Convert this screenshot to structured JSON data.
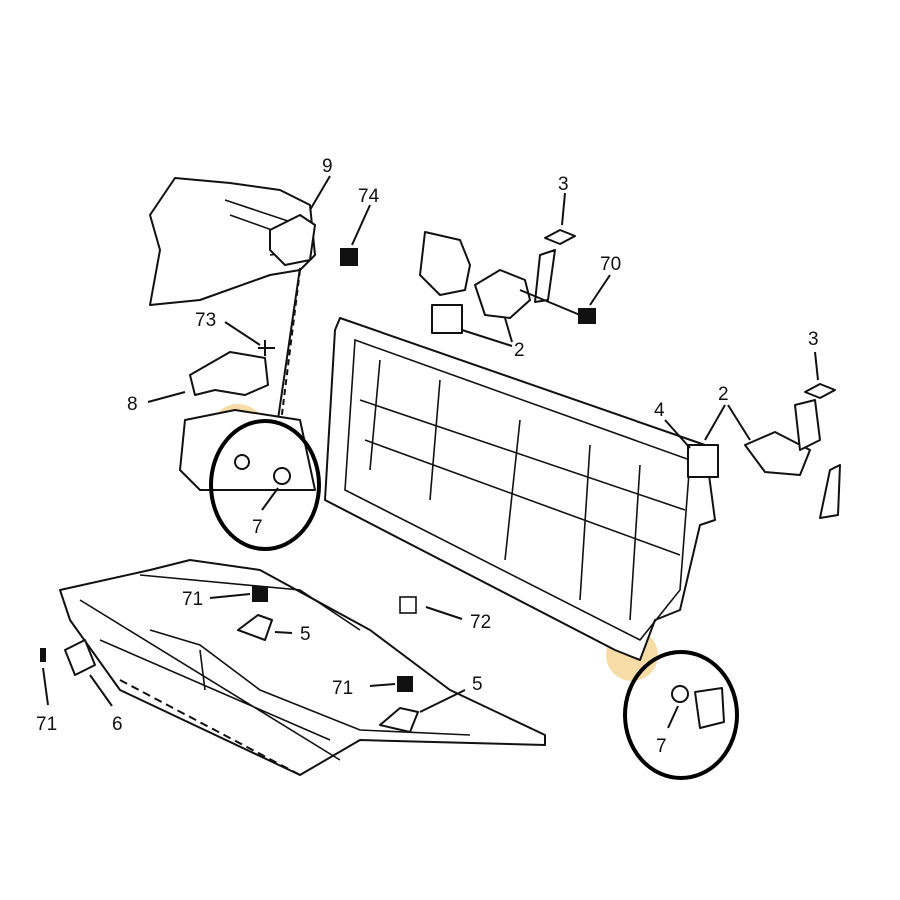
{
  "diagram": {
    "callouts": [
      {
        "id": "c9",
        "text": "9"
      },
      {
        "id": "c74",
        "text": "74"
      },
      {
        "id": "c3a",
        "text": "3"
      },
      {
        "id": "c70",
        "text": "70"
      },
      {
        "id": "c73",
        "text": "73"
      },
      {
        "id": "c2a",
        "text": "2"
      },
      {
        "id": "c8",
        "text": "8"
      },
      {
        "id": "c3b",
        "text": "3"
      },
      {
        "id": "c2b",
        "text": "2"
      },
      {
        "id": "c4",
        "text": "4"
      },
      {
        "id": "c7a",
        "text": "7"
      },
      {
        "id": "c71a",
        "text": "71"
      },
      {
        "id": "c5a",
        "text": "5"
      },
      {
        "id": "c72",
        "text": "72"
      },
      {
        "id": "c71b",
        "text": "71"
      },
      {
        "id": "c5b",
        "text": "5"
      },
      {
        "id": "c71c",
        "text": "71"
      },
      {
        "id": "c6",
        "text": "6"
      },
      {
        "id": "c7b",
        "text": "7"
      }
    ],
    "highlight_color": "#f2c46d",
    "circle_color": "#000000"
  }
}
